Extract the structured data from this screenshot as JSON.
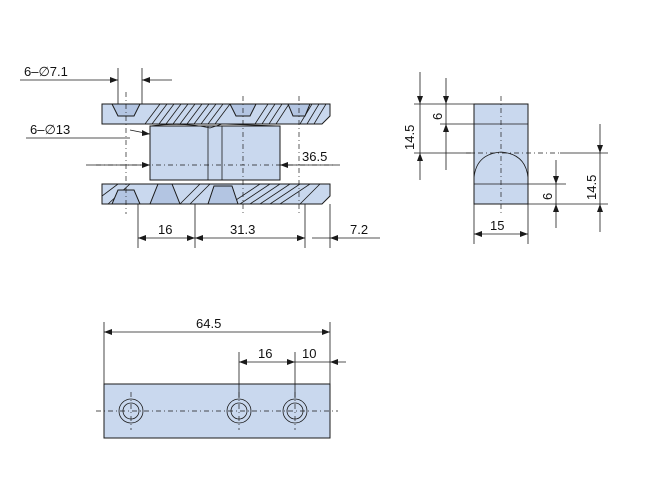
{
  "colors": {
    "part_fill": "#c9d8ee",
    "line": "#1a1a1a"
  },
  "front_view": {
    "hole_small_label": "6–∅7.1",
    "hole_large_label": "6–∅13",
    "dim_36_5": "36.5",
    "dim_16": "16",
    "dim_31_3": "31.3",
    "dim_7_2": "7.2"
  },
  "side_view": {
    "dim_14_5_left": "14.5",
    "dim_6_left": "6",
    "dim_6_right": "6",
    "dim_14_5_right": "14.5",
    "dim_15": "15"
  },
  "bottom_view": {
    "dim_64_5": "64.5",
    "dim_16": "16",
    "dim_10": "10"
  }
}
